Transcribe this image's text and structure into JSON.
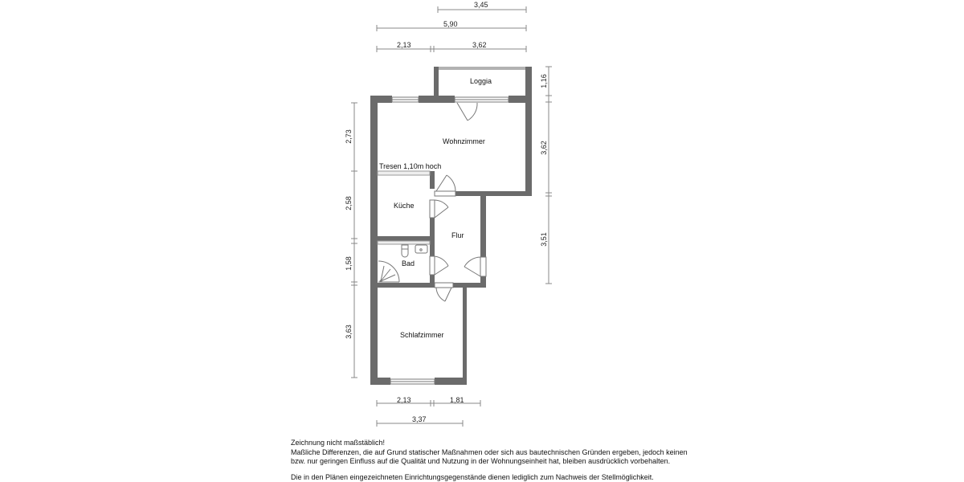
{
  "rooms": {
    "loggia": "Loggia",
    "wohnzimmer": "Wohnzimmer",
    "tresen": "Tresen 1,10m hoch",
    "kueche": "Küche",
    "flur": "Flur",
    "bad": "Bad",
    "schlafzimmer": "Schlafzimmer"
  },
  "dimensions": {
    "top": {
      "loggia_width": "3,45",
      "total_width": "5,90",
      "left_segment": "2,13",
      "right_segment": "3,62"
    },
    "bottom": {
      "left_segment": "2,13",
      "right_segment": "1,81",
      "total_width": "3,37"
    },
    "left": [
      "2,73",
      "2,58",
      "1,58",
      "3,63"
    ],
    "right": [
      "1,16",
      "3,62",
      "3,51"
    ]
  },
  "notes": {
    "line1": "Zeichnung nicht maßstäblich!",
    "line2": "Maßliche Differenzen, die auf Grund statischer Maßnahmen oder sich aus bautechnischen Gründen ergeben, jedoch keinen",
    "line3": "bzw. nur geringen Einfluss auf die Qualität und Nutzung in der Wohnungseinheit hat, bleiben ausdrücklich vorbehalten.",
    "line4": "Die in den Plänen eingezeichneten Einrichtungsgegenstände dienen lediglich zum Nachweis der Stellmöglichkeit."
  },
  "colors": {
    "wall": "#6b6b6b",
    "dimension_line": "#777777",
    "background": "#ffffff"
  }
}
